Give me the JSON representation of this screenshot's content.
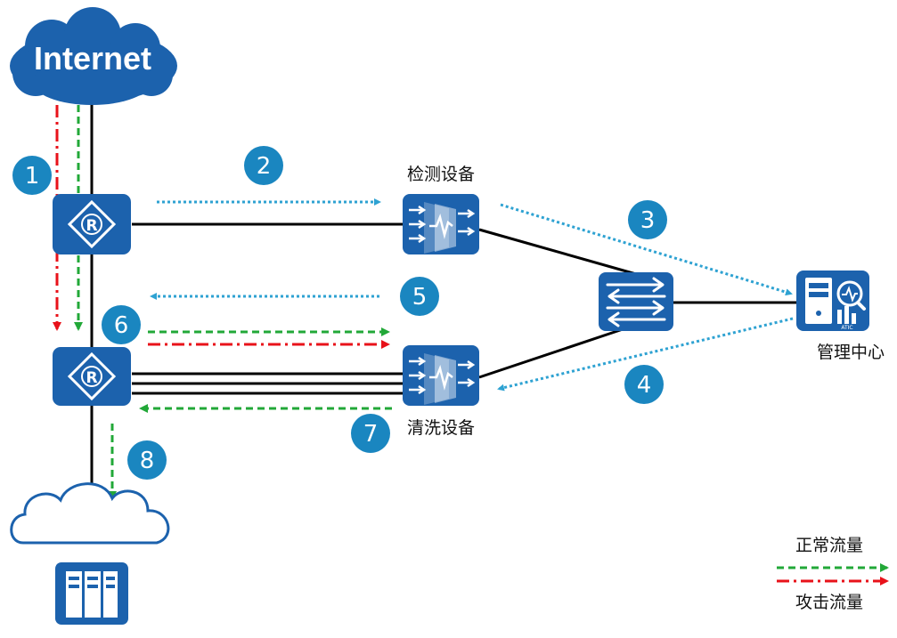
{
  "nodes": {
    "internet": {
      "label": "Internet"
    },
    "detector": {
      "label": "检测设备"
    },
    "cleaner": {
      "label": "清洗设备"
    },
    "manager": {
      "label": "管理中心",
      "badge": "ATIC"
    }
  },
  "steps": [
    "1",
    "2",
    "3",
    "4",
    "5",
    "6",
    "7",
    "8"
  ],
  "legend": {
    "normal_label": "正常流量",
    "attack_label": "攻击流量"
  },
  "colors": {
    "device": "#1c62ad",
    "badge": "#1a86c0",
    "link": "#000000",
    "control_flow": "#2ea2d2",
    "normal_flow": "#22a838",
    "attack_flow": "#e8121a"
  },
  "icons": {
    "internet": "cloud-icon",
    "router": "router-icon",
    "firewall": "firewall-icon",
    "switch": "switch-icon",
    "manager": "management-server-icon",
    "datacenter": "server-cloud-icon"
  }
}
